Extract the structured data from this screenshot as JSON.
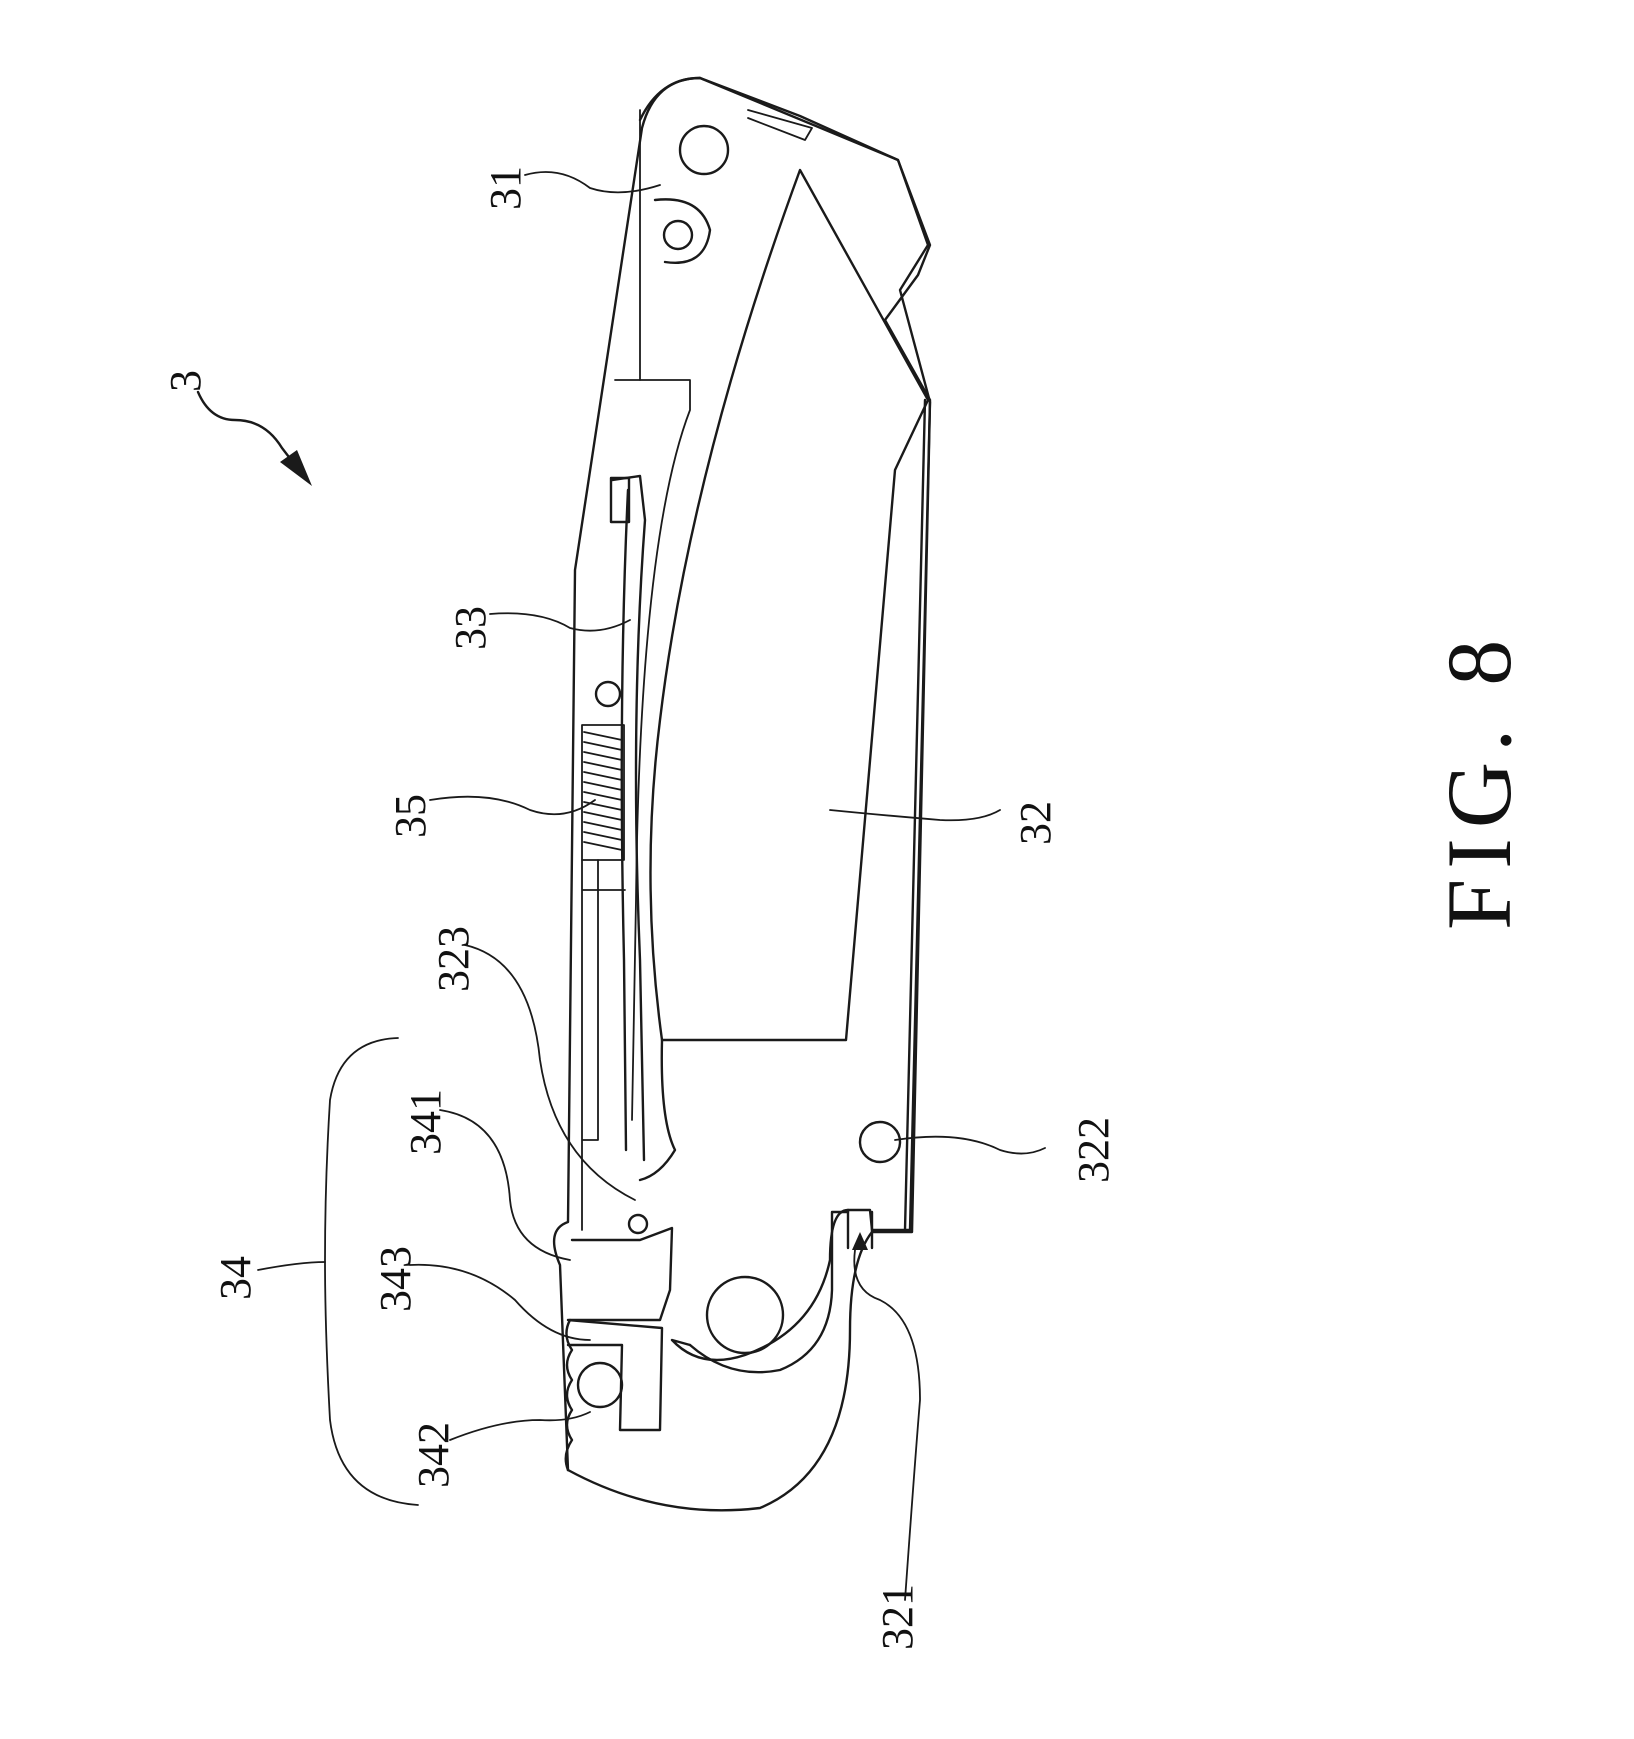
{
  "figure": {
    "caption": "FIG. 8"
  },
  "labels": {
    "ref_3": "3",
    "ref_31": "31",
    "ref_32": "32",
    "ref_33": "33",
    "ref_34": "34",
    "ref_35": "35",
    "ref_321": "321",
    "ref_322": "322",
    "ref_323": "323",
    "ref_341": "341",
    "ref_342": "342",
    "ref_343": "343"
  },
  "colors": {
    "ink": "#1a1a1a",
    "background": "#ffffff"
  }
}
